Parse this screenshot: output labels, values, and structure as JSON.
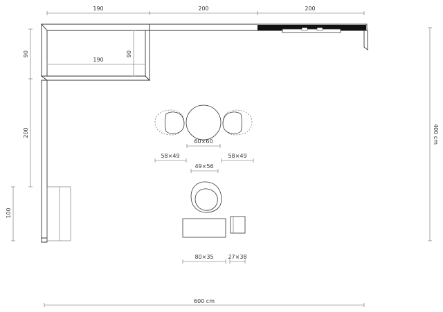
{
  "dimensions": {
    "top_left_width": "190",
    "top_middle_width": "200",
    "top_right_width": "200",
    "left_top_height": "90",
    "inner_width": "190",
    "inner_height": "90",
    "left_middle_height": "200",
    "left_bottom_height": "100",
    "right_total_height": "400 cm",
    "bottom_total_width": "600 cm"
  },
  "furniture": {
    "table_size": "60×60",
    "chair_left_size": "58×49",
    "chair_right_size": "58×49",
    "armchair_size": "49×56",
    "sofa_size": "80×35",
    "side_table_size": "27×38"
  },
  "colors": {
    "line": "#444444",
    "counter_fill": "#111111"
  }
}
